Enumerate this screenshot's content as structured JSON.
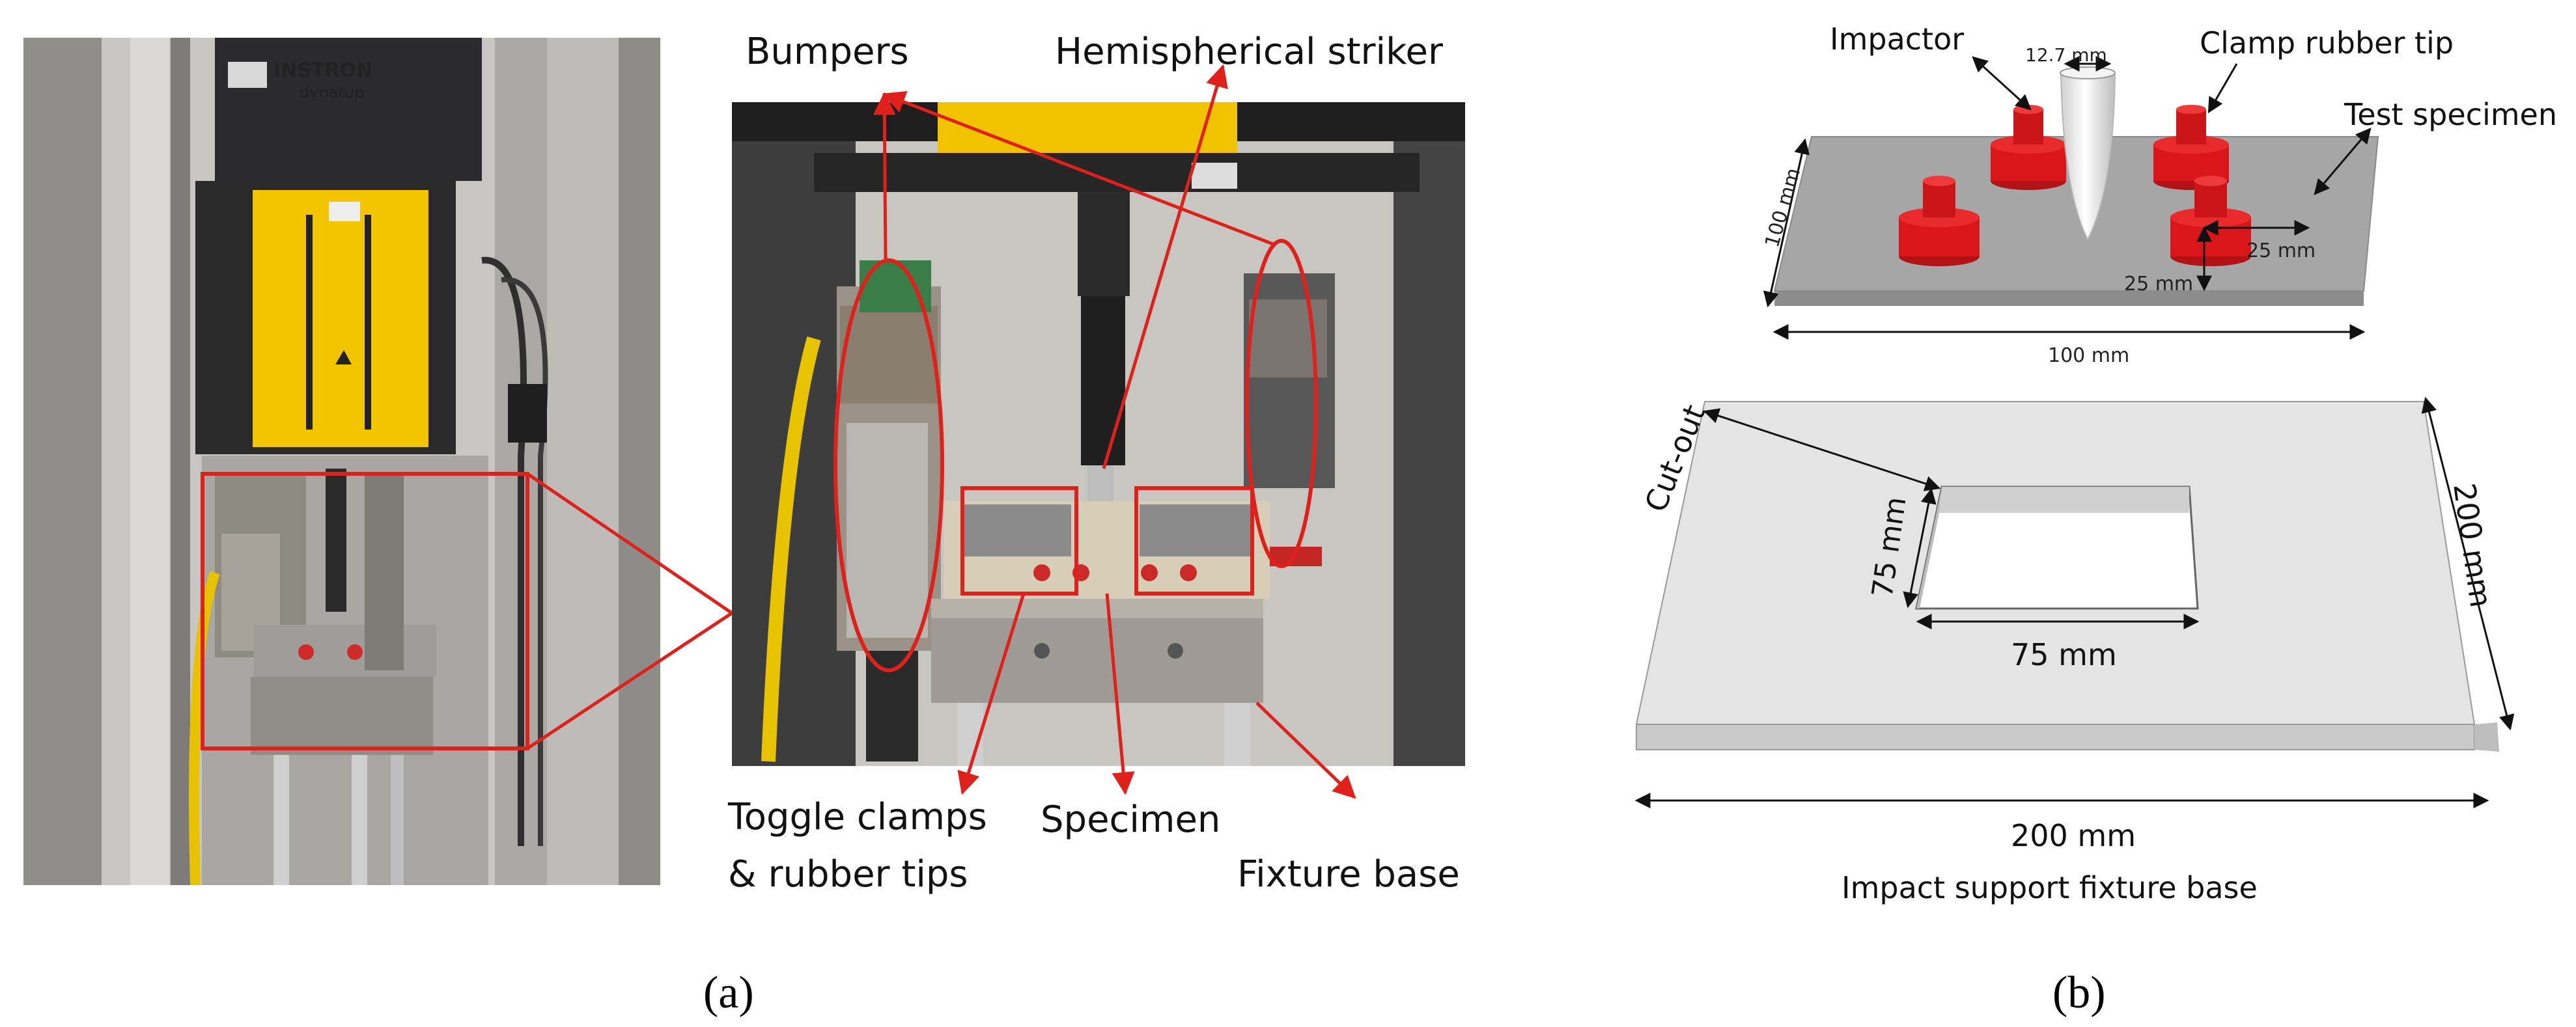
{
  "panel_a": {
    "photo_brand": "INSTRON",
    "photo_subbrand": "dynatup",
    "labels": {
      "bumpers": "Bumpers",
      "striker": "Hemispherical striker",
      "toggle_line1": "Toggle clamps",
      "toggle_line2": "& rubber tips",
      "specimen": "Specimen",
      "fixture_base": "Fixture base"
    },
    "caption": "(a)"
  },
  "panel_b": {
    "labels": {
      "impactor": "Impactor",
      "impactor_dia": "12.7 mm",
      "clamp_tip": "Clamp rubber tip",
      "test_specimen": "Test specimen",
      "spec_side": "100 mm",
      "spec_bottom": "100 mm",
      "offset_x": "25 mm",
      "offset_y": "25 mm",
      "cutout": "Cut-out",
      "cut_v": "75 mm",
      "cut_h": "75 mm",
      "base_side": "200 mm",
      "base_bottom": "200 mm",
      "base_title": "Impact support fixture base"
    },
    "caption": "(b)"
  },
  "colors": {
    "annotation_red": "#e0201b",
    "clamp_red": "#d9171a",
    "plate_gray": "#a6a6a6",
    "base_gray": "#e4e4e4"
  }
}
